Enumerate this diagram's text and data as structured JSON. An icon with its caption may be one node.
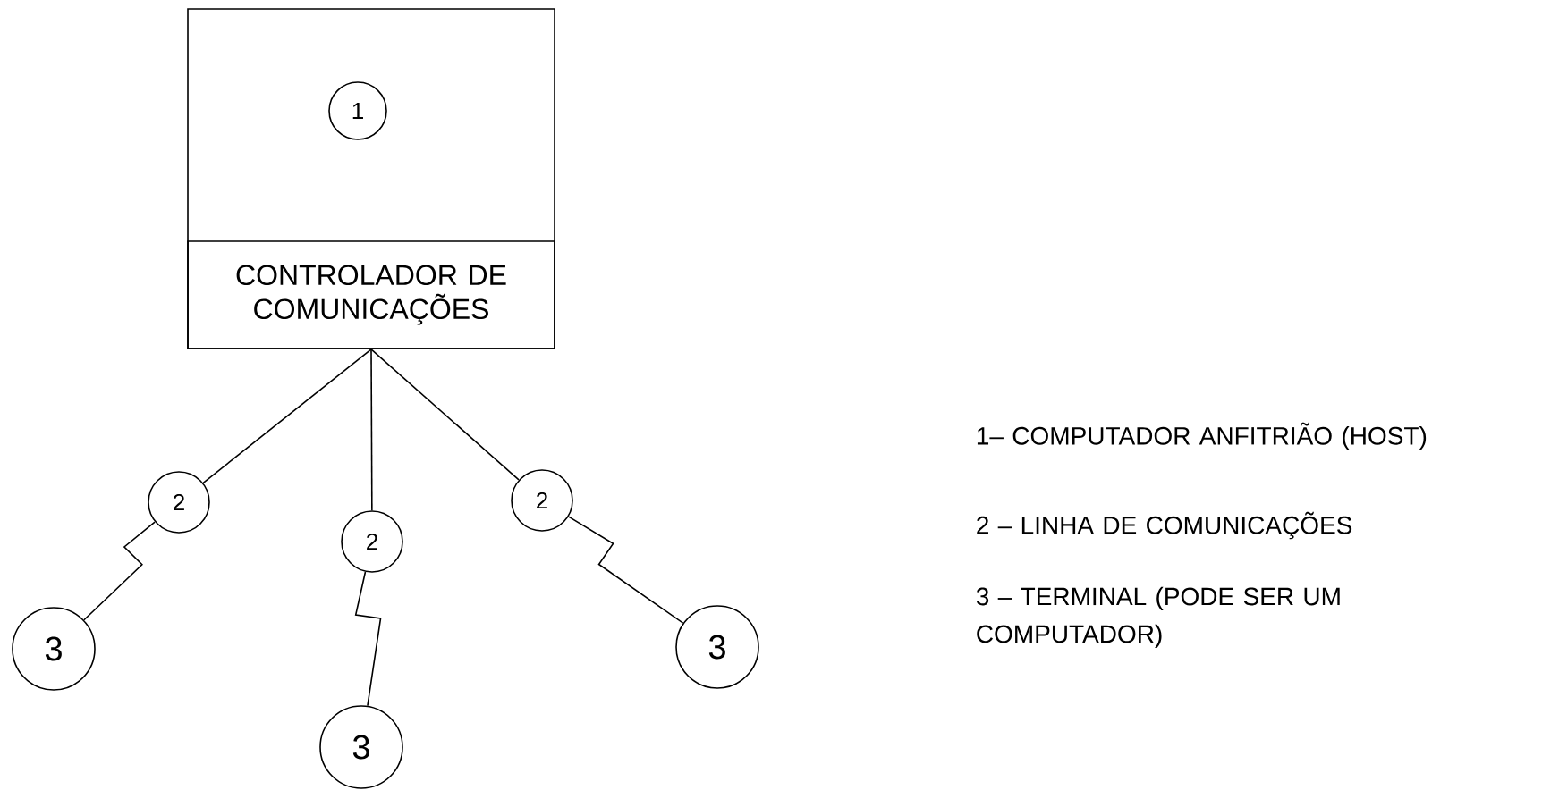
{
  "diagram": {
    "nodes": [
      {
        "text": [],
        "shape": "box"
      },
      {
        "text": [
          "1"
        ],
        "in": 0
      },
      {
        "text": [
          "CONTROLADOR DE COMUNICAÇÕES"
        ],
        "in": 0
      },
      {
        "text": [
          "2"
        ]
      },
      {
        "text": [
          "2"
        ]
      },
      {
        "text": [
          "2"
        ]
      },
      {
        "text": [
          "3"
        ]
      },
      {
        "text": [
          "3"
        ]
      },
      {
        "text": [
          "3"
        ]
      }
    ],
    "edges": [
      {
        "from": 2,
        "to": 3,
        "arrow": "none"
      },
      {
        "from": 2,
        "to": 4,
        "arrow": "none"
      },
      {
        "from": 2,
        "to": 5,
        "arrow": "none"
      },
      {
        "from": 3,
        "to": 6,
        "arrow": "none"
      },
      {
        "from": 4,
        "to": 7,
        "arrow": "none"
      },
      {
        "from": 5,
        "to": 8,
        "arrow": "none"
      }
    ],
    "labels": [
      "1– COMPUTADOR ANFITRIÃO (HOST)",
      "2 – LINHA DE COMUNICAÇÕES",
      "3 – TERMINAL (PODE SER UM COMPUTADOR)"
    ]
  }
}
